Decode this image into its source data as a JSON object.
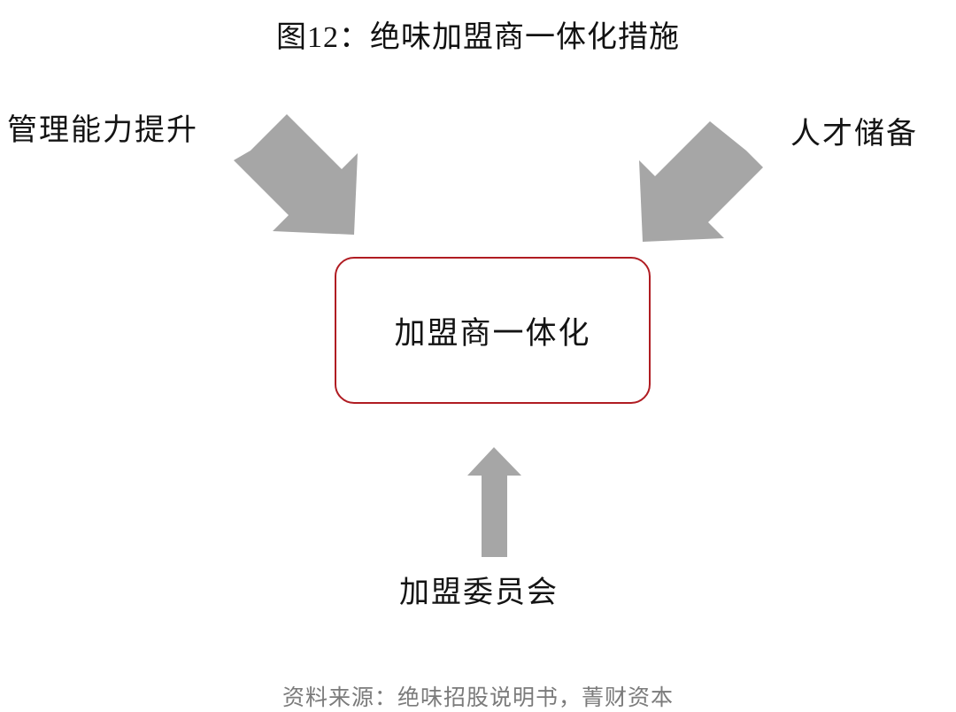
{
  "figure": {
    "title": "图12：绝味加盟商一体化措施",
    "source_note": "资料来源：绝味招股说明书，菁财资本",
    "colors": {
      "arrow_gray": "#a6a6a6",
      "box_border_red": "#b01c22",
      "title_text": "#111111",
      "source_text": "#7b7b7b",
      "background": "#ffffff"
    }
  },
  "center_node": {
    "label": "加盟商一体化"
  },
  "inputs": [
    {
      "id": "management-capability",
      "label": "管理能力提升",
      "position": "top-left",
      "arrow": "arrow-down-right-icon"
    },
    {
      "id": "talent-reserve",
      "label": "人才储备",
      "position": "top-right",
      "arrow": "arrow-down-left-icon"
    },
    {
      "id": "franchise-committee",
      "label": "加盟委员会",
      "position": "bottom-center",
      "arrow": "arrow-up-icon"
    }
  ],
  "chart_data": {
    "type": "diagram",
    "title": "图12：绝味加盟商一体化措施",
    "center": "加盟商一体化",
    "nodes": [
      "管理能力提升",
      "人才储备",
      "加盟委员会",
      "加盟商一体化"
    ],
    "edges": [
      {
        "from": "管理能力提升",
        "to": "加盟商一体化",
        "direction": "down-right"
      },
      {
        "from": "人才储备",
        "to": "加盟商一体化",
        "direction": "down-left"
      },
      {
        "from": "加盟委员会",
        "to": "加盟商一体化",
        "direction": "up"
      }
    ],
    "source": "资料来源：绝味招股说明书，菁财资本"
  }
}
